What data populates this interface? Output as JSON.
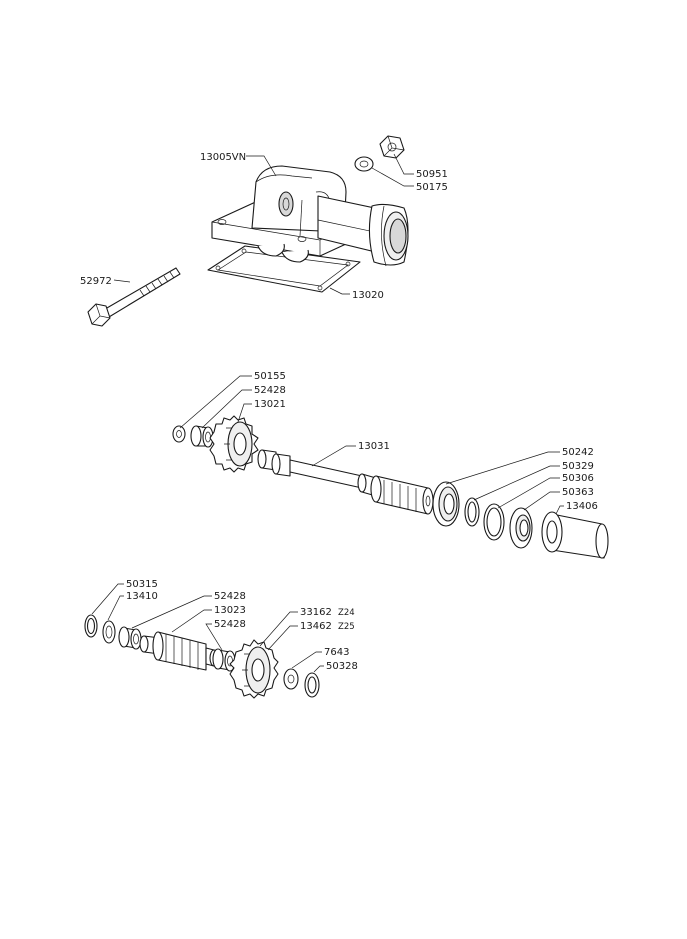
{
  "parts": {
    "p13005VN": "13005VN",
    "p50951": "50951",
    "p50175": "50175",
    "p52972": "52972",
    "p13020": "13020",
    "p50155": "50155",
    "p52428a": "52428",
    "p13021": "13021",
    "p13031": "13031",
    "p50242": "50242",
    "p50329": "50329",
    "p50306": "50306",
    "p50363": "50363",
    "p13406": "13406",
    "p50315": "50315",
    "p13410": "13410",
    "p52428b": "52428",
    "p13023": "13023",
    "p52428c": "52428",
    "p33162": "33162",
    "z24": "Z24",
    "p13462": "13462",
    "z25": "Z25",
    "p7643": "7643",
    "p50328": "50328"
  }
}
